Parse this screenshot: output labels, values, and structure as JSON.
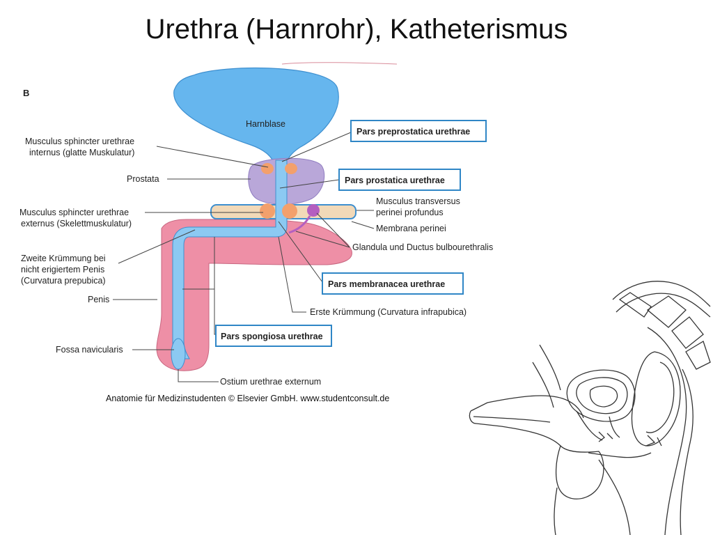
{
  "slide": {
    "title": "Urethra (Harnrohr), Katheterismus"
  },
  "figure": {
    "panel_label": "B",
    "credit": "Anatomie für Medizinstudenten © Elsevier GmbH. www.studentconsult.de",
    "labels": {
      "harnblase": "Harnblase",
      "sphincter_int_1": "Musculus sphincter urethrae",
      "sphincter_int_2": "internus (glatte Muskulatur)",
      "prostata": "Prostata",
      "sphincter_ext_1": "Musculus sphincter urethrae",
      "sphincter_ext_2": "externus (Skelettmuskulatur)",
      "kruemmung_1": "Zweite Krümmung bei",
      "kruemmung_2": "nicht erigiertem Penis",
      "kruemmung_3": "(Curvatura prepubica)",
      "penis": "Penis",
      "fossa": "Fossa navicularis",
      "ostium": "Ostium urethrae externum",
      "transversus_1": "Musculus transversus",
      "transversus_2": "perinei profundus",
      "membrana": "Membrana perinei",
      "glandula": "Glandula und Ductus bulbourethralis",
      "erste_kruemmung": "Erste Krümmung (Curvatura infrapubica)"
    },
    "callouts": {
      "preprostatica": "Pars preprostatica urethrae",
      "prostatica": "Pars prostatica urethrae",
      "membranacea": "Pars membranacea urethrae",
      "spongiosa": "Pars spongiosa urethrae"
    },
    "colors": {
      "bladder": "#66b6ee",
      "urethra": "#8cc9f2",
      "prostate": "#b9a7d9",
      "penis": "#ee8fa6",
      "sphincter": "#f3a06c",
      "muscle_band": "#f2d9b8",
      "gland": "#b45fc0",
      "callout_border": "#2f86c6"
    }
  }
}
